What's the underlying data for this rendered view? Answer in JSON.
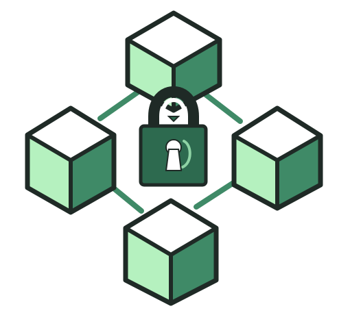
{
  "illustration": {
    "nodes": [
      "block-top",
      "block-left",
      "block-right",
      "block-bottom"
    ],
    "center_icon": "padlock-icon",
    "colors": {
      "outline": "#1f2a26",
      "cube_top": "#ffffff",
      "cube_left_face": "#b5f1bf",
      "cube_right_face": "#3f8a67",
      "connector": "#3f8a67",
      "lock_body": "#2d6a4f",
      "lock_highlight": "#8fd3a5",
      "keyhole": "#ffffff",
      "background": "#ffffff"
    }
  }
}
